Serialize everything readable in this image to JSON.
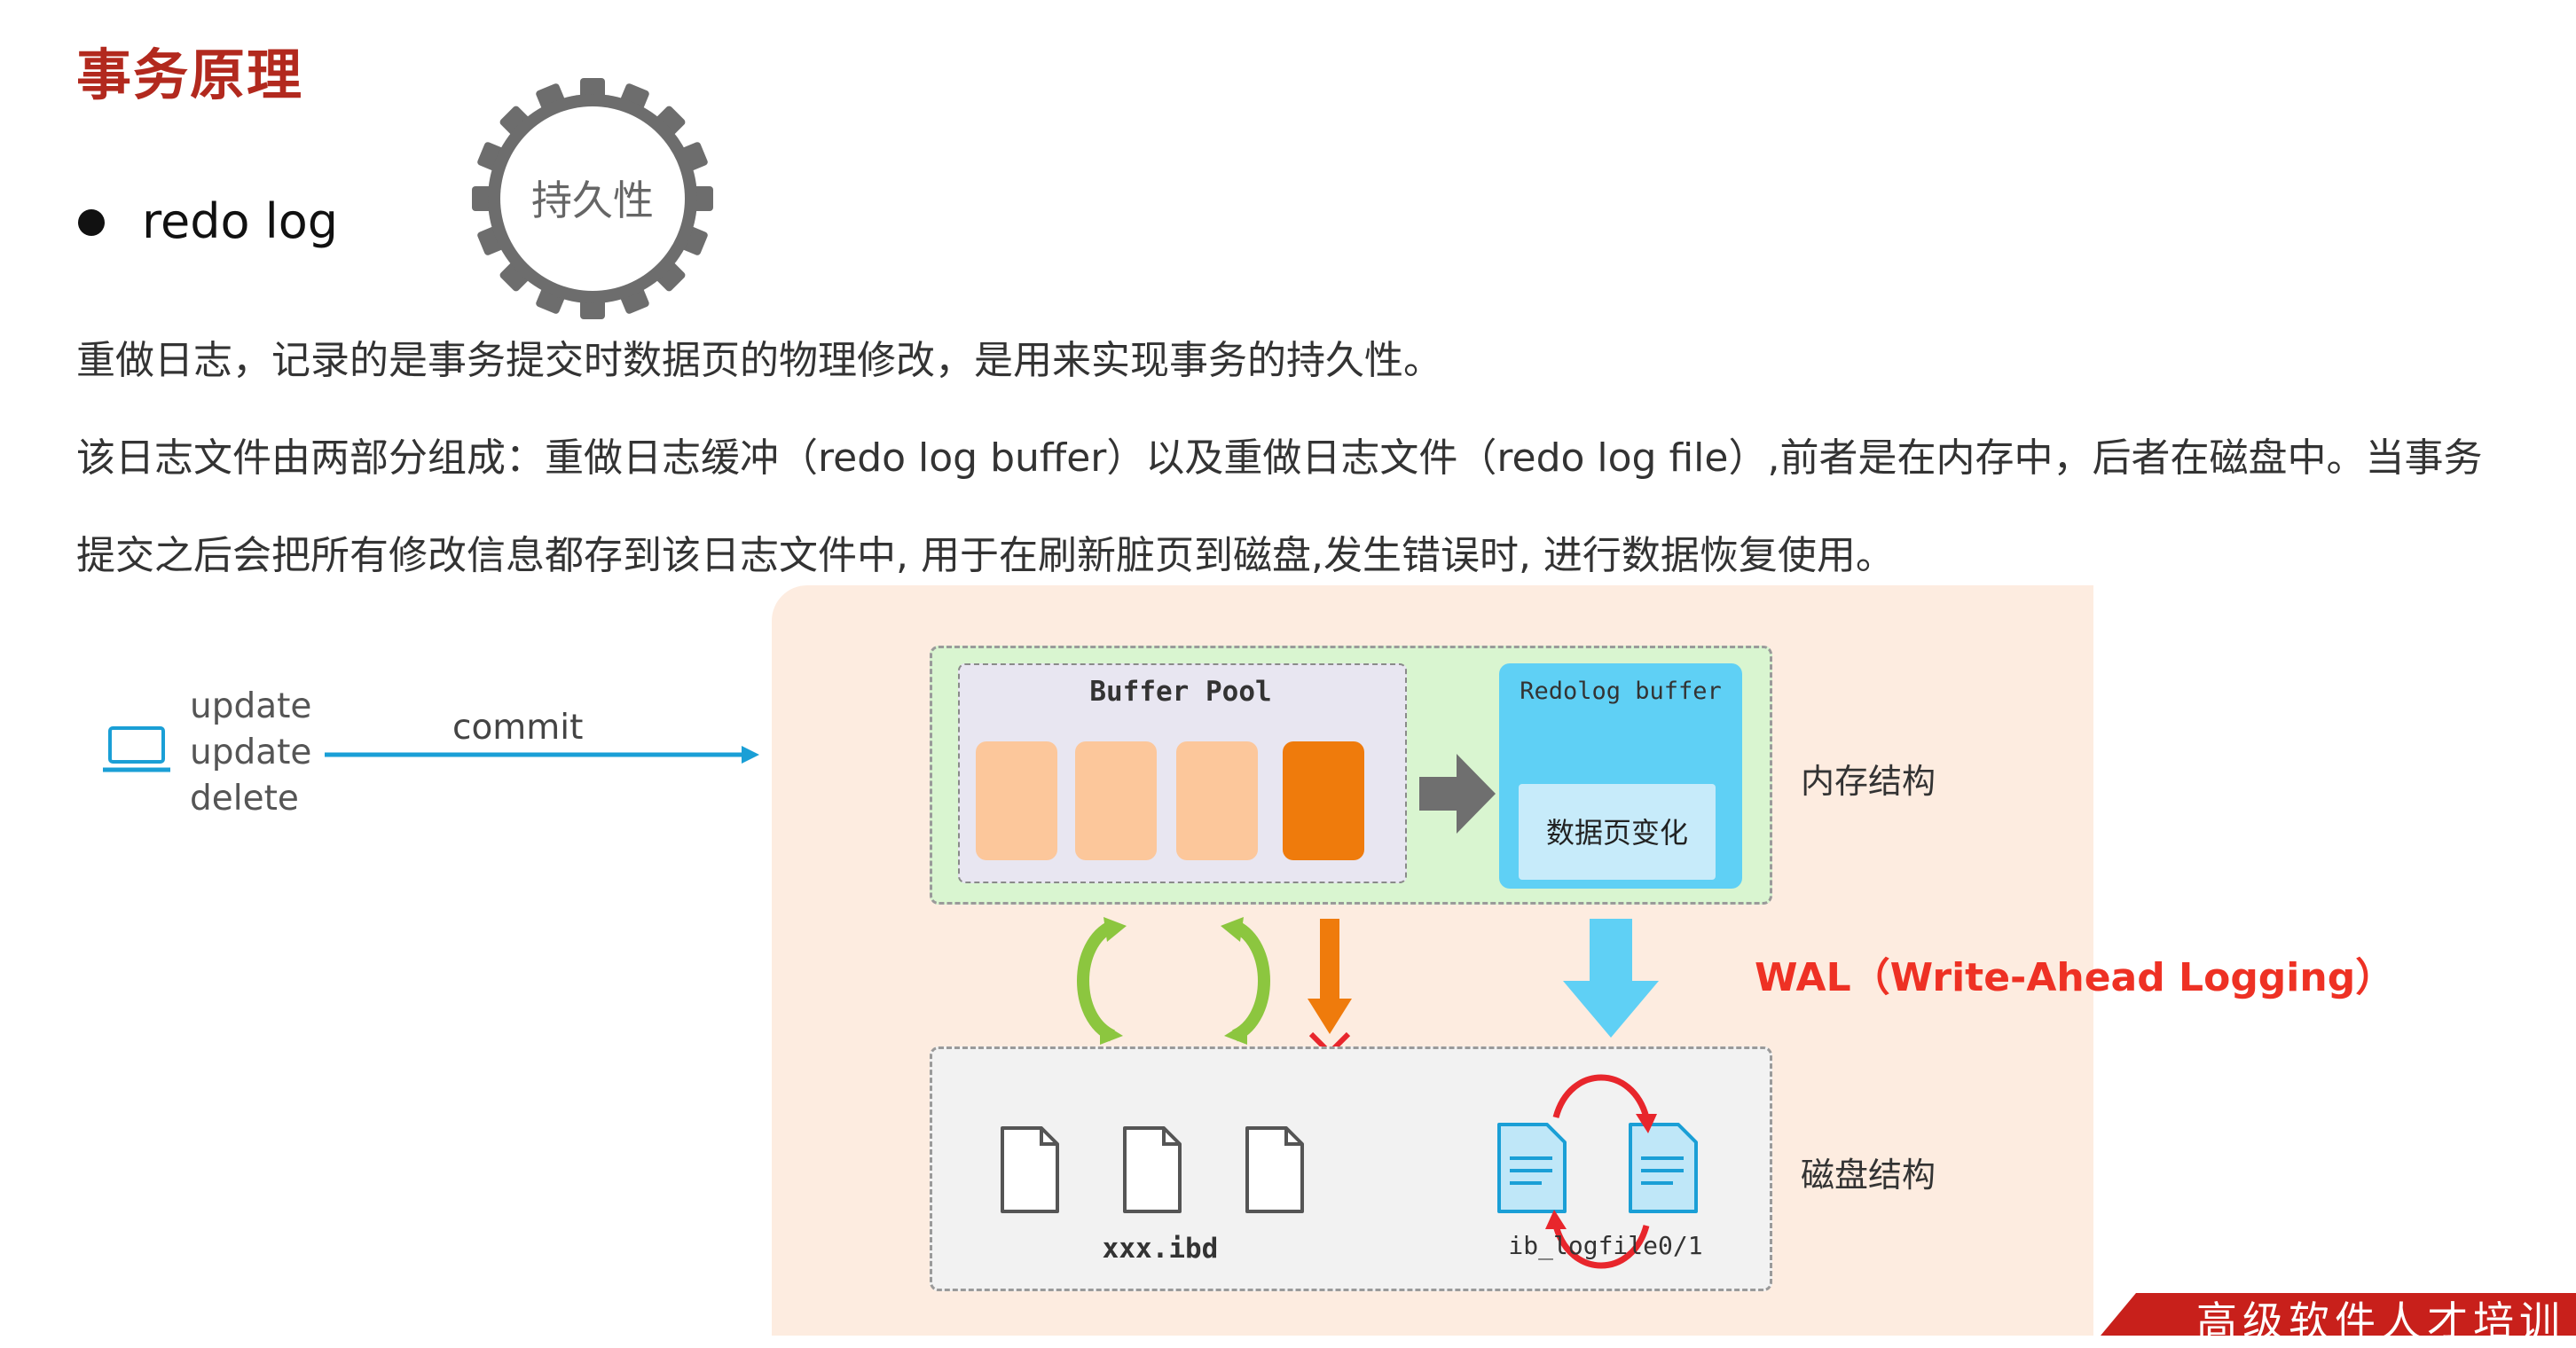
{
  "title": "事务原理",
  "bullet": "redo log",
  "gear_label": "持久性",
  "paragraphs": [
    "重做日志，记录的是事务提交时数据页的物理修改，是用来实现事务的持久性。",
    "该日志文件由两部分组成：重做日志缓冲（redo log buffer）以及重做日志文件（redo log file）,前者是在内存中，后者在磁盘中。当事务",
    "提交之后会把所有修改信息都存到该日志文件中, 用于在刷新脏页到磁盘,发生错误时, 进行数据恢复使用。"
  ],
  "client": {
    "icon": "laptop-icon",
    "operations": [
      "update",
      "update",
      "delete"
    ],
    "commit_label": "commit"
  },
  "diagram": {
    "buffer_pool_title": "Buffer Pool",
    "redolog_buffer_title": "Redolog buffer",
    "redolog_buffer_content": "数据页变化",
    "memory_label": "内存结构",
    "disk_label": "磁盘结构",
    "ibd_label": "xxx.ibd",
    "logfile_label": "ib_logfile0/1",
    "wal_label": "WAL（Write-Ahead Logging）",
    "colors": {
      "page_light": "#fcc79b",
      "page_dirty": "#ef7b0c",
      "redo_buffer": "#5fd0f5",
      "wal_text": "#ee3124",
      "sync_arrows": "#8cc63f",
      "blocked_flush": "#ef7b0c"
    }
  },
  "banner_text": "高级软件人才培训"
}
